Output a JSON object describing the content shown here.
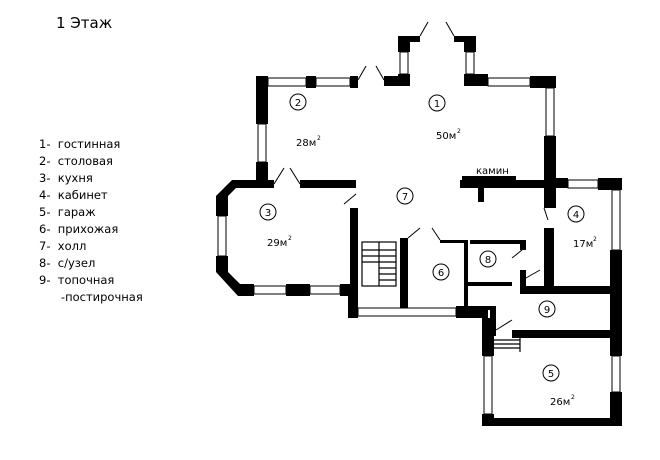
{
  "title": "1 Этаж",
  "legend": [
    "1-  гостинная",
    "2-  столовая",
    "3-  кухня",
    "4-  кабинет",
    "5-  гараж",
    "6-  прихожая",
    "7-  холл",
    "8-  с/узел",
    "9-  топочная",
    "      -постирочная"
  ],
  "rooms": {
    "r1": {
      "num": "1",
      "area": "50м",
      "sup": "2"
    },
    "r2": {
      "num": "2",
      "area": "28м",
      "sup": "2"
    },
    "r3": {
      "num": "3",
      "area": "29м",
      "sup": "2"
    },
    "r4": {
      "num": "4",
      "area": "17м",
      "sup": "2"
    },
    "r5": {
      "num": "5",
      "area": "26м",
      "sup": "2"
    },
    "r6": {
      "num": "6"
    },
    "r7": {
      "num": "7"
    },
    "r8": {
      "num": "8"
    },
    "r9": {
      "num": "9"
    }
  },
  "fireplace_label": "камин"
}
